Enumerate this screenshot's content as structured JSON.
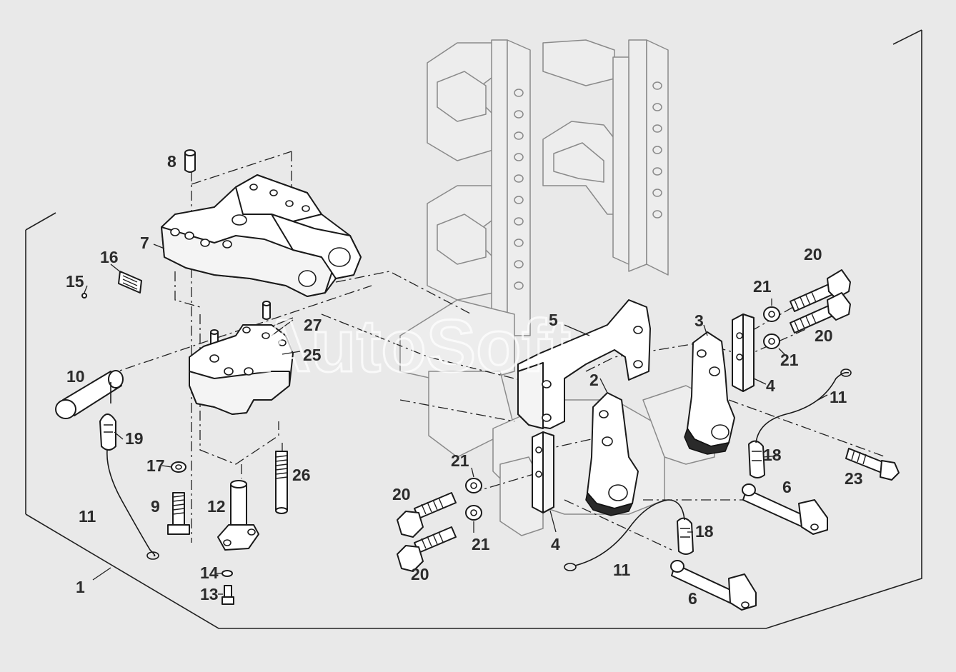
{
  "watermark": "AutoSoft",
  "callouts": [
    {
      "text": "1"
    },
    {
      "text": "2"
    },
    {
      "text": "3"
    },
    {
      "text": "4"
    },
    {
      "text": "4"
    },
    {
      "text": "5"
    },
    {
      "text": "6"
    },
    {
      "text": "6"
    },
    {
      "text": "7"
    },
    {
      "text": "8"
    },
    {
      "text": "9"
    },
    {
      "text": "10"
    },
    {
      "text": "11"
    },
    {
      "text": "11"
    },
    {
      "text": "11"
    },
    {
      "text": "12"
    },
    {
      "text": "13"
    },
    {
      "text": "14"
    },
    {
      "text": "15"
    },
    {
      "text": "16"
    },
    {
      "text": "17"
    },
    {
      "text": "18"
    },
    {
      "text": "18"
    },
    {
      "text": "19"
    },
    {
      "text": "20"
    },
    {
      "text": "20"
    },
    {
      "text": "20"
    },
    {
      "text": "20"
    },
    {
      "text": "21"
    },
    {
      "text": "21"
    },
    {
      "text": "21"
    },
    {
      "text": "21"
    },
    {
      "text": "23"
    },
    {
      "text": "25"
    },
    {
      "text": "26"
    },
    {
      "text": "27"
    }
  ]
}
